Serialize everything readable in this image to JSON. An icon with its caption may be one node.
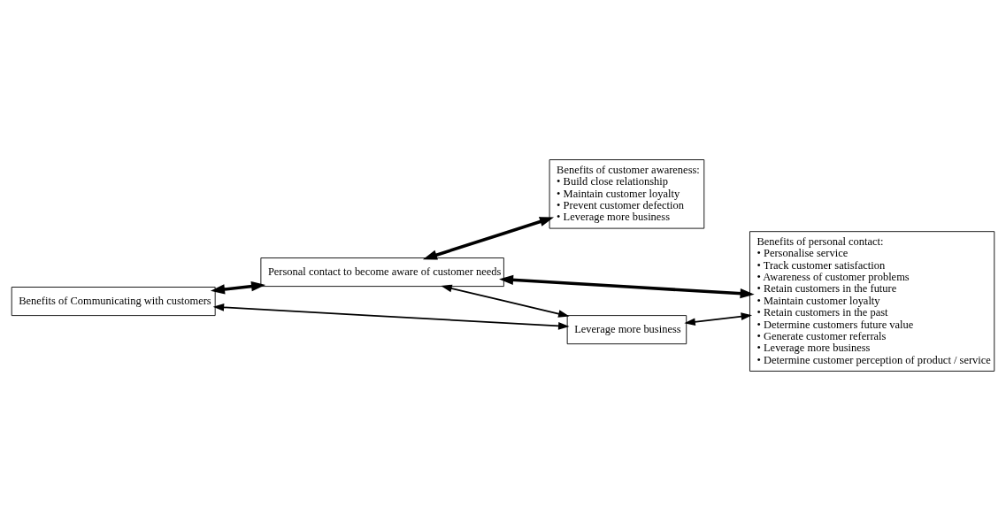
{
  "diagram": {
    "nodes": [
      {
        "text": [
          "Benefits of Communicating with customers"
        ]
      },
      {
        "text": [
          "Personal contact to become aware of customer needs"
        ]
      },
      {
        "text": [
          "Benefits of customer awareness:",
          "• Build close relationship",
          "• Maintain customer loyalty",
          "• Prevent customer defection",
          "• Leverage more business"
        ]
      },
      {
        "text": [
          "Leverage more business"
        ]
      },
      {
        "text": [
          "Benefits of personal contact:",
          "• Personalise service",
          "• Track customer satisfaction",
          "• Awareness of customer problems",
          "• Retain customers in the future",
          "• Maintain customer loyalty",
          "• Retain customers in the past",
          "• Determine customers future value",
          "• Generate customer referrals",
          "• Leverage more business",
          "• Determine customer perception of product / service"
        ]
      }
    ],
    "edges": [
      {
        "from": 0,
        "to": 1,
        "arrow": "both",
        "style": "thick"
      },
      {
        "from": 0,
        "to": 3,
        "arrow": "both"
      },
      {
        "from": 1,
        "to": 3,
        "arrow": "both"
      },
      {
        "from": 1,
        "to": 2,
        "arrow": "both",
        "style": "thick"
      },
      {
        "from": 1,
        "to": 4,
        "arrow": "both",
        "style": "thick"
      },
      {
        "from": 3,
        "to": 4,
        "arrow": "both"
      }
    ]
  }
}
